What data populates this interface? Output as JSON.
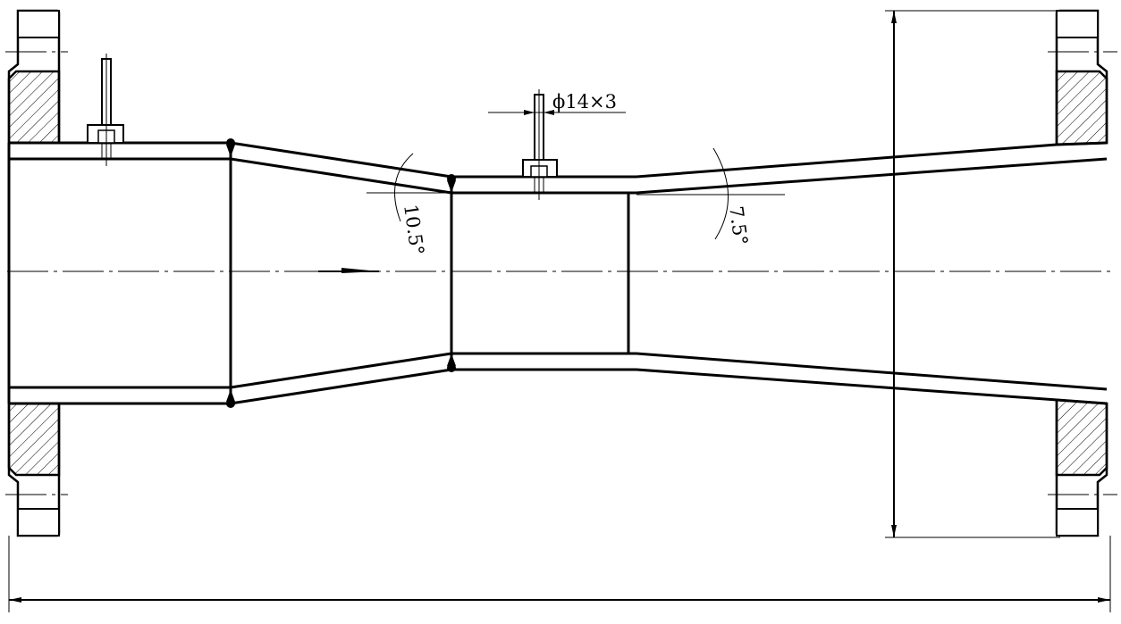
{
  "drawing": {
    "tap_size_label": "ϕ14×3",
    "convergent_angle_label": "10.5°",
    "divergent_angle_label": "7.5°",
    "line_color": "#000000",
    "background_color": "#ffffff"
  }
}
